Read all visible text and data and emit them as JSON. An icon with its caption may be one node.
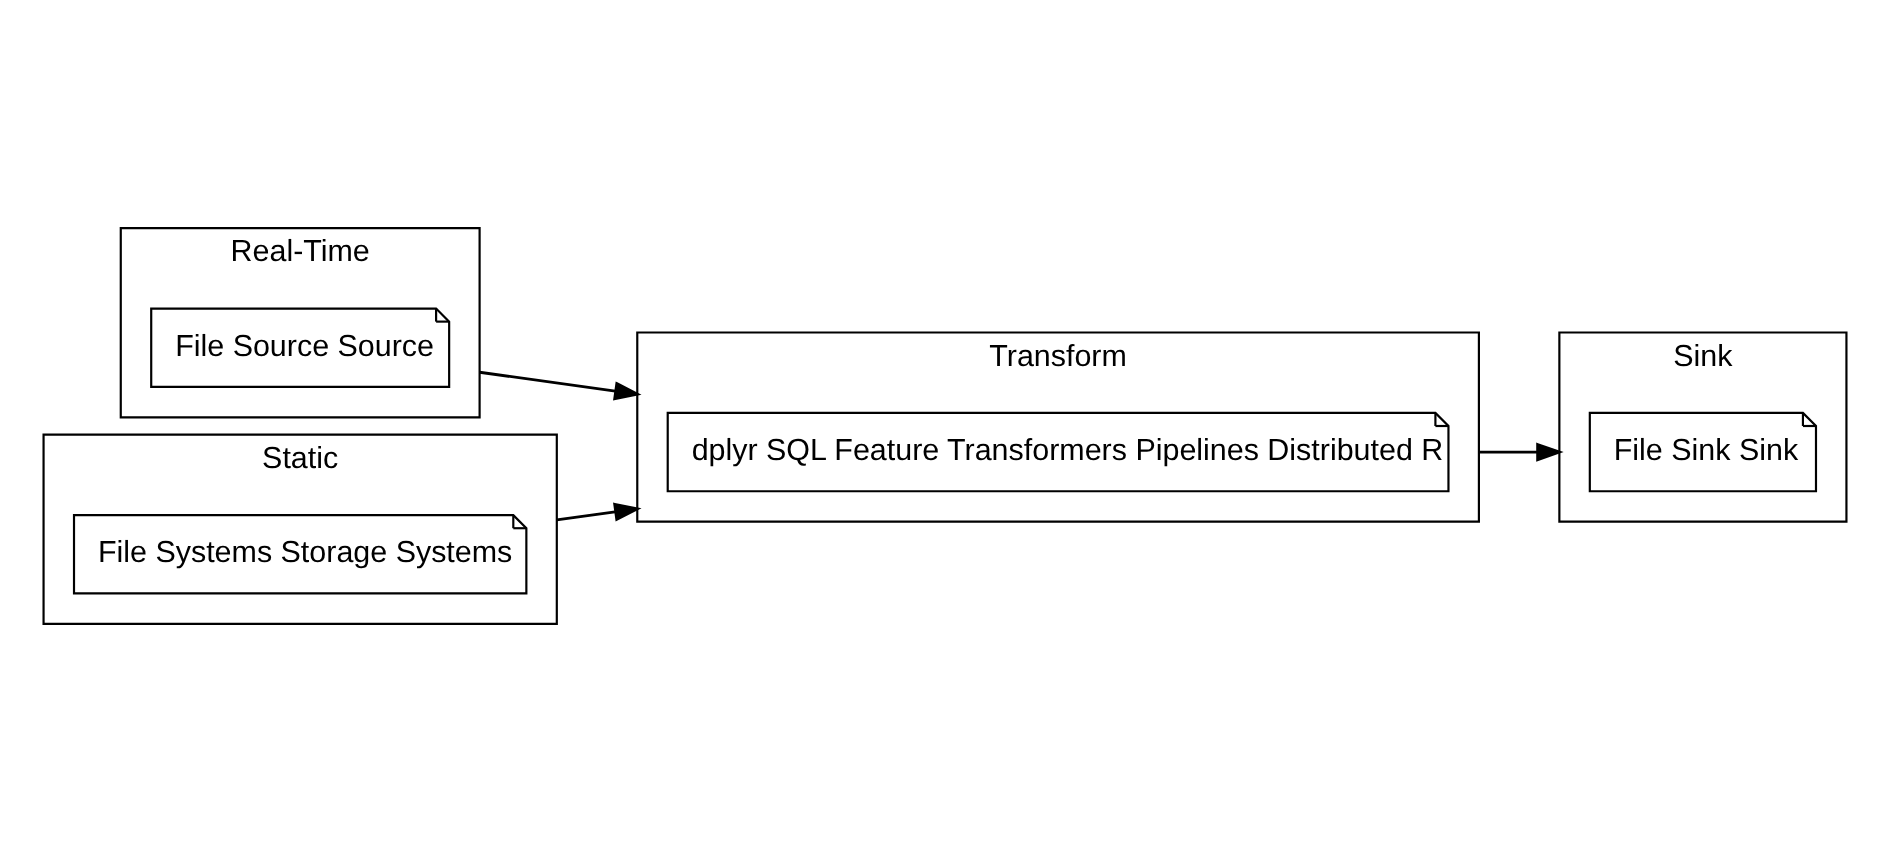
{
  "diagram": {
    "nodes": [
      {
        "text": [
          "Real-Time"
        ]
      },
      {
        "text": [
          "File Source Source"
        ],
        "in": 0
      },
      {
        "text": [
          "Static"
        ]
      },
      {
        "text": [
          "File Systems Storage Systems"
        ],
        "in": 2
      },
      {
        "text": [
          "Transform"
        ]
      },
      {
        "text": [
          "dplyr SQL Feature Transformers Pipelines Distributed R"
        ],
        "in": 4
      },
      {
        "text": [
          "Sink"
        ]
      },
      {
        "text": [
          "File Sink Sink"
        ],
        "in": 6
      }
    ],
    "edges": [
      {
        "from": 0,
        "to": 4,
        "arrow": "to"
      },
      {
        "from": 2,
        "to": 4,
        "arrow": "to"
      },
      {
        "from": 4,
        "to": 6,
        "arrow": "to"
      }
    ]
  }
}
